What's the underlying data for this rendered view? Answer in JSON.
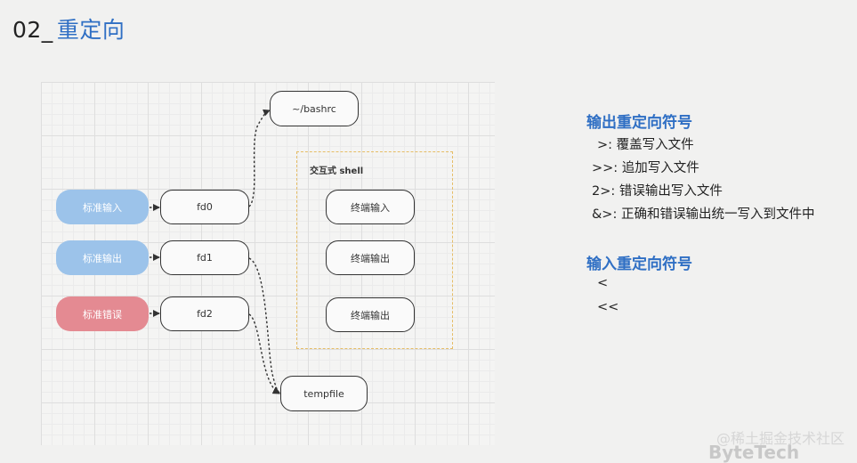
{
  "header": {
    "title_num": "02_",
    "title_cn": "重定向"
  },
  "diagram": {
    "inputs": [
      {
        "label": "标准输入",
        "fd": "fd0"
      },
      {
        "label": "标准输出",
        "fd": "fd1"
      },
      {
        "label": "标准错误",
        "fd": "fd2"
      }
    ],
    "bashrc": "~/bashrc",
    "tempfile": "tempfile",
    "shell": {
      "title": "交互式 shell",
      "items": [
        "终端输入",
        "终端输出",
        "终端输出"
      ]
    },
    "colors": {
      "stdin": "#9cc3ea",
      "stdout": "#9cc3ea",
      "stderr": "#e48a92",
      "shell_border": "#e6bd66"
    }
  },
  "legend": {
    "output_heading": "输出重定向符号",
    "output_items": [
      ">: 覆盖写入文件",
      ">>: 追加写入文件",
      "2>: 错误输出写入文件",
      "&>: 正确和错误输出统一写入到文件中"
    ],
    "input_heading": "输入重定向符号",
    "input_items": [
      "<",
      "<<"
    ]
  },
  "watermark": {
    "site": "@稀土掘金技术社区",
    "brand": "ByteTech"
  }
}
